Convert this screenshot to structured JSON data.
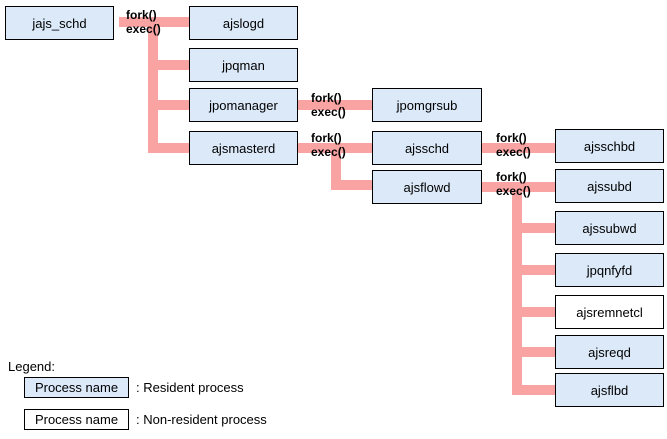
{
  "diagram": {
    "connector_color": "#f9a3a3",
    "resident_fill": "#dbe9f9",
    "nonresident_fill": "#ffffff",
    "processes": {
      "jajs_schd": "jajs_schd",
      "ajslogd": "ajslogd",
      "jpqman": "jpqman",
      "jpomanager": "jpomanager",
      "ajsmasterd": "ajsmasterd",
      "jpomgrsub": "jpomgrsub",
      "ajsschd": "ajsschd",
      "ajsflowd": "ajsflowd",
      "ajsschbd": "ajsschbd",
      "ajssubd": "ajssubd",
      "ajssubwd": "ajssubwd",
      "jpqnfyfd": "jpqnfyfd",
      "ajsremnetcl": "ajsremnetcl",
      "ajsreqd": "ajsreqd",
      "ajsflbd": "ajsflbd"
    },
    "fork": "fork()",
    "exec": "exec()"
  },
  "legend": {
    "title": "Legend:",
    "resident_box": "Process name",
    "resident_desc": ": Resident process",
    "nonresident_box": "Process name",
    "nonresident_desc": ": Non-resident process"
  }
}
